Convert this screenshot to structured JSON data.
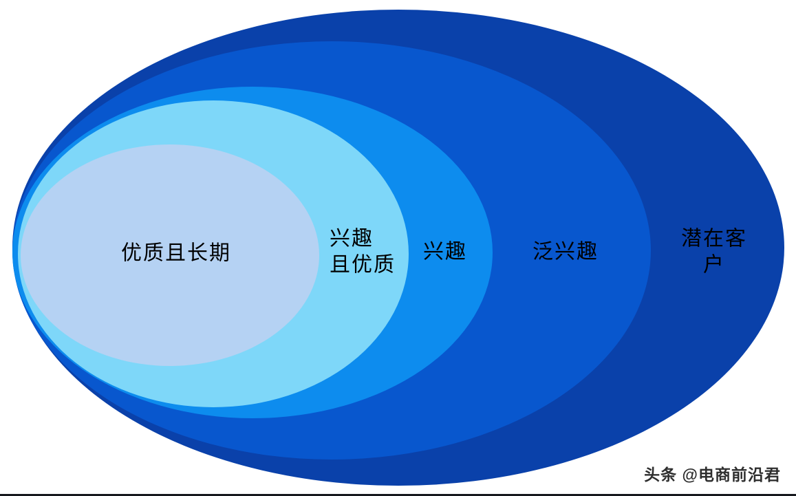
{
  "diagram": {
    "type": "nested-ellipses",
    "background": "#ffffff",
    "text_color": "#000000",
    "layers": [
      {
        "label": "潜在客户",
        "color": "#0a41aa"
      },
      {
        "label": "泛兴趣",
        "color": "#0857ce"
      },
      {
        "label": "兴趣",
        "color": "#0d8cee"
      },
      {
        "label": "兴趣\n且优质",
        "color": "#7ed7f9"
      },
      {
        "label": "优质且长期",
        "color": "#b5d2f3"
      }
    ]
  },
  "watermark": {
    "text": "头条 @电商前沿君",
    "color": "#2e2e2e"
  },
  "footer_line_color": "#16181d"
}
